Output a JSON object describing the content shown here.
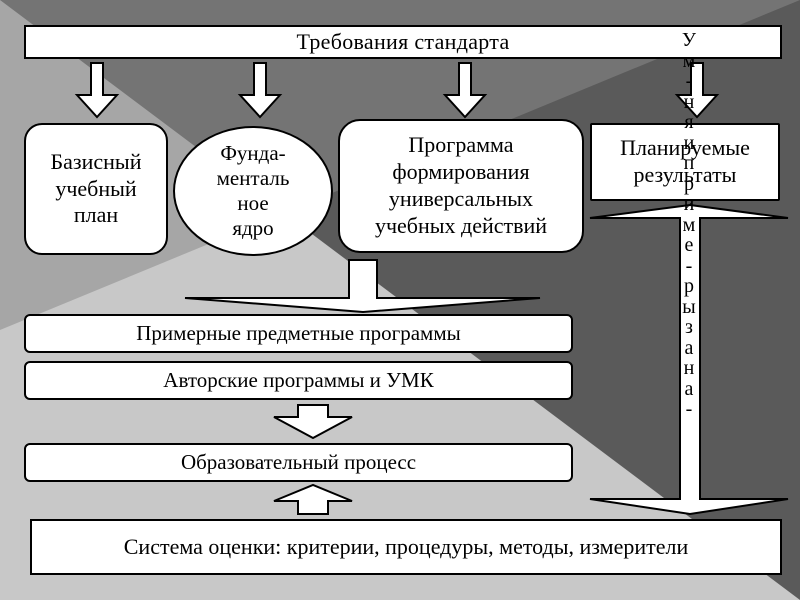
{
  "standard_requirements": "Требования стандарта",
  "basic_plan_lines": [
    "Базисный",
    "учебный",
    "план"
  ],
  "fundamental_core_lines": [
    "Фунда-",
    "менталь",
    "ное",
    "ядро"
  ],
  "uud_program_lines": [
    "Программа",
    "формирования",
    "универсальных",
    "учебных действий"
  ],
  "planned_results_lines": [
    "Планируемые",
    "результаты"
  ],
  "subject_programs": "Примерные предметные программы",
  "author_programs": "Авторские программы и УМК",
  "educational_process": "Образовательный процесс",
  "assessment_system": "Система оценки: критерии, процедуры, методы, измерители",
  "vertical_label_chars": [
    "У",
    "м",
    "-",
    "н",
    "я",
    "и",
    "п",
    "р",
    "и",
    "м",
    "е",
    "-",
    "р",
    "ы",
    "з",
    "а",
    "н",
    "а",
    "-"
  ]
}
